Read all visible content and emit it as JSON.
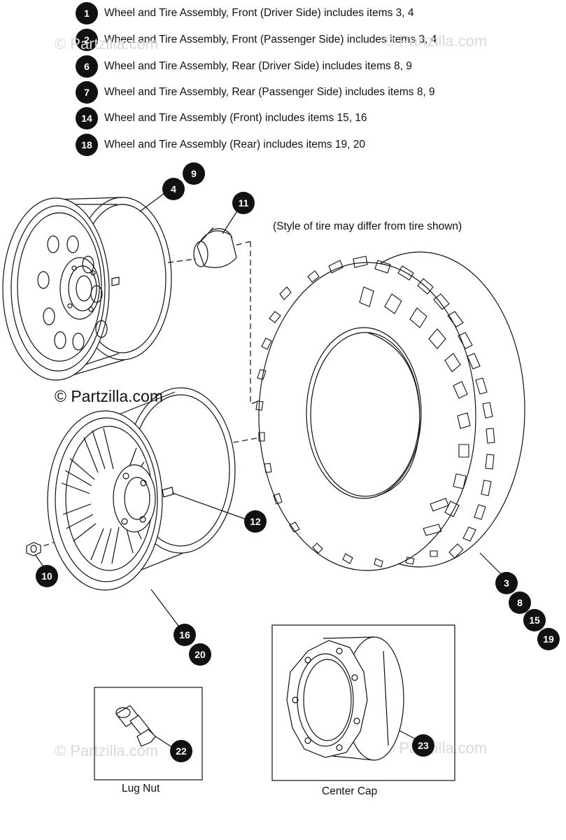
{
  "legend": [
    {
      "num": "1",
      "text": "Wheel and Tire Assembly, Front (Driver Side) includes items 3, 4"
    },
    {
      "num": "2",
      "text": "Wheel and Tire Assembly, Front (Passenger Side) includes items 3, 4"
    },
    {
      "num": "6",
      "text": "Wheel and Tire Assembly, Rear (Driver Side) includes items 8, 9"
    },
    {
      "num": "7",
      "text": "Wheel and Tire Assembly, Rear (Passenger Side) includes items 8, 9"
    },
    {
      "num": "14",
      "text": "Wheel and Tire Assembly (Front) includes items 15, 16"
    },
    {
      "num": "18",
      "text": "Wheel and Tire Assembly (Rear) includes items 19, 20"
    }
  ],
  "note": "(Style of tire may differ from tire shown)",
  "watermark": "© Partzilla.com",
  "callouts": [
    "9",
    "4",
    "11",
    "12",
    "10",
    "16",
    "20",
    "3",
    "8",
    "15",
    "19",
    "22",
    "23"
  ],
  "captions": {
    "lug_nut": "Lug Nut",
    "center_cap": "Center Cap"
  }
}
